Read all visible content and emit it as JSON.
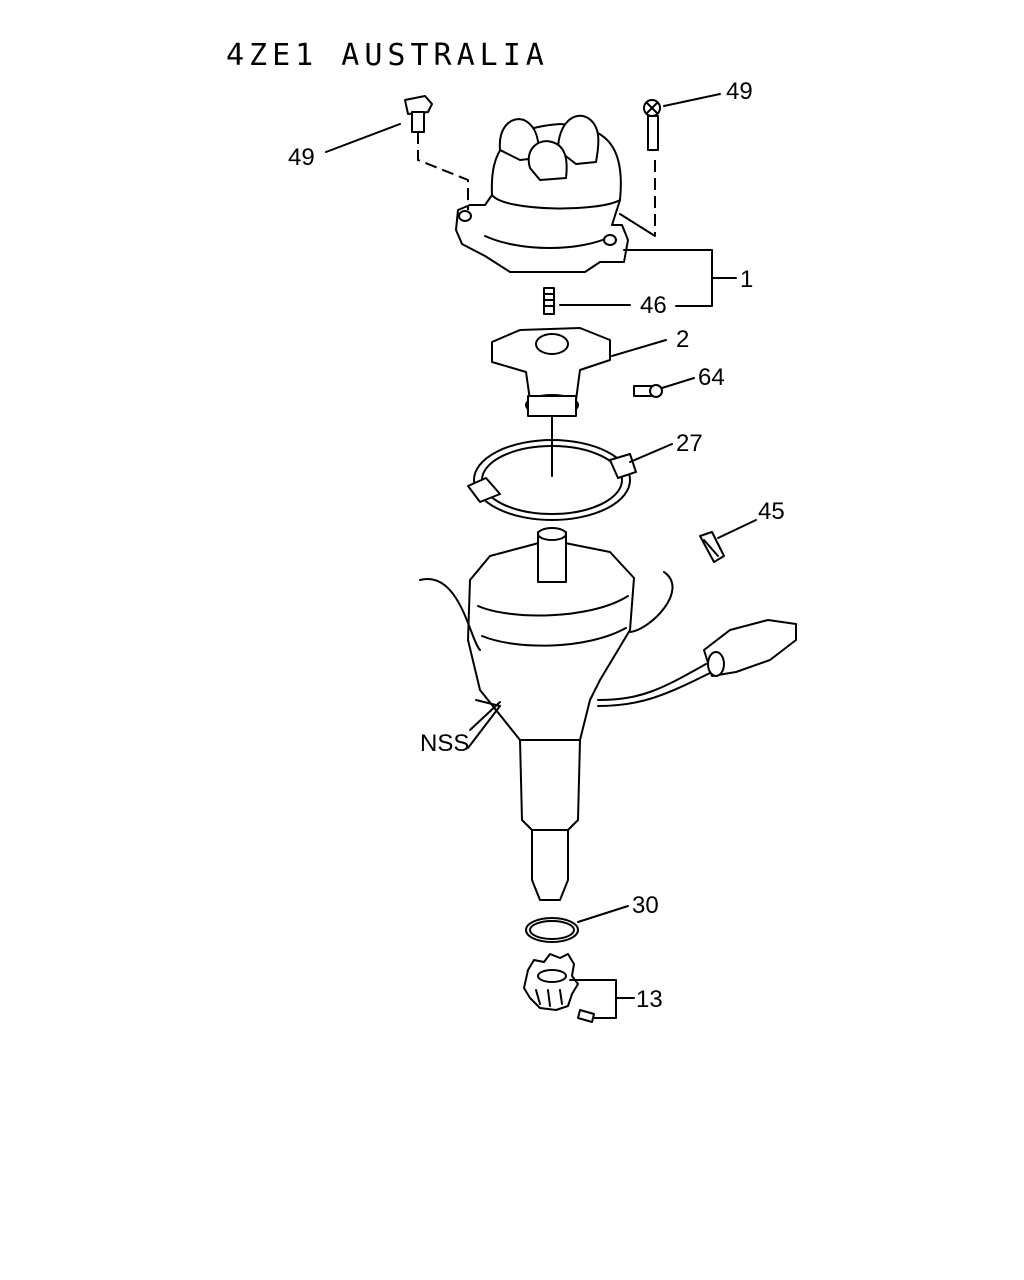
{
  "title": "4ZE1 AUSTRALIA",
  "callouts": {
    "c49_left": "49",
    "c49_right": "49",
    "c1": "1",
    "c46": "46",
    "c2": "2",
    "c64": "64",
    "c27": "27",
    "c45": "45",
    "cNSS": "NSS",
    "c30": "30",
    "c13": "13"
  }
}
